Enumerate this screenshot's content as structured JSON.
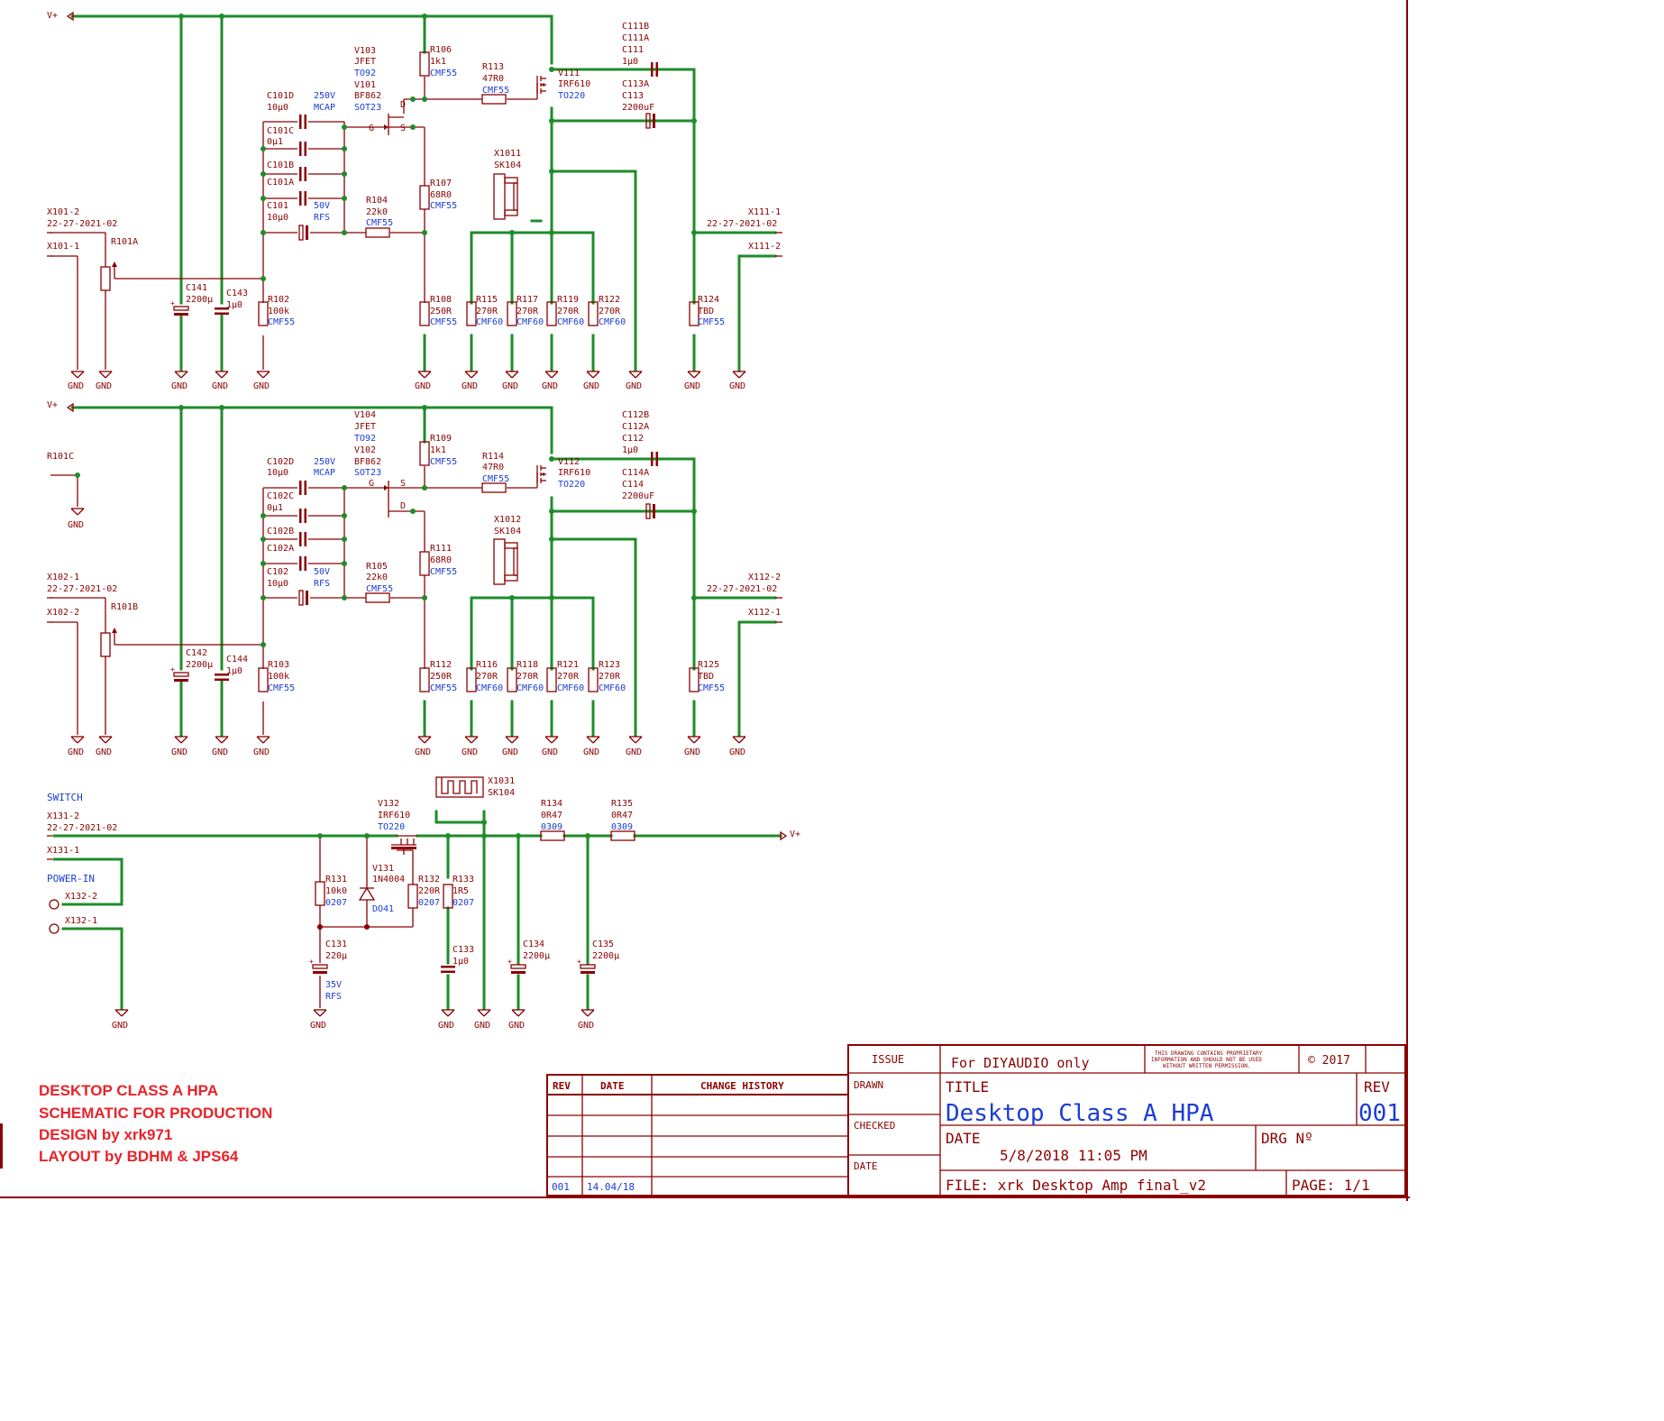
{
  "stage1": {
    "vplus": "V+",
    "x101_2": "X101-2",
    "x101_2p": "22-27-2021-02",
    "x101_1": "X101-1",
    "r101a": "R101A",
    "v103": "V103",
    "jfet": "JFET",
    "to92": "TO92",
    "v101": "V101",
    "bf862": "BF862",
    "sot23": "SOT23",
    "pin_d": "D",
    "pin_g": "G",
    "pin_s": "S",
    "c101d": "C101D",
    "c101d_v": "10µ0",
    "v250": "250V",
    "mcap": "MCAP",
    "c101c": "C101C",
    "c101c_v": "0µ1",
    "c101b": "C101B",
    "c101a": "C101A",
    "c101": "C101",
    "c101_v": "10µ0",
    "v50": "50V",
    "rfs": "RFS",
    "r104": "R104",
    "r104_v": "22k0",
    "cmf55": "CMF55",
    "c141": "C141",
    "c141_v": "2200µ",
    "c143": "C143",
    "c143_v": "1µ0",
    "r102": "R102",
    "r102_v": "100k",
    "r106": "R106",
    "r106_v": "1k1",
    "r113": "R113",
    "r113_v": "47R0",
    "v111": "V111",
    "irf610": "IRF610",
    "to220": "TO220",
    "c111b": "C111B",
    "c111a": "C111A",
    "c111": "C111",
    "c111_v": "1µ0",
    "c113a": "C113A",
    "c113": "C113",
    "c113_v": "2200uF",
    "x1011": "X1011",
    "sk104": "SK104",
    "r107": "R107",
    "r107_v": "68R0",
    "r108": "R108",
    "r108_v": "250R",
    "r115": "R115",
    "r117": "R117",
    "r119": "R119",
    "r122": "R122",
    "r270": "270R",
    "cmf60": "CMF60",
    "x111_1": "X111-1",
    "x111_1p": "22-27-2021-02",
    "x111_2": "X111-2",
    "r124": "R124",
    "tbd": "TBD",
    "gnd": "GND"
  },
  "stage2": {
    "r101c": "R101C",
    "v104": "V104",
    "v102": "V102",
    "c102d": "C102D",
    "c102c": "C102C",
    "c102b": "C102B",
    "c102a": "C102A",
    "c102": "C102",
    "r105": "R105",
    "r105_v": "22k0",
    "x102_1": "X102-1",
    "x102_1p": "22-27-2021-02",
    "x102_2": "X102-2",
    "r101b": "R101B",
    "c142": "C142",
    "c142_v": "2200µ",
    "c144": "C144",
    "c144_v": "1µ0",
    "r103": "R103",
    "r103_v": "100k",
    "r109": "R109",
    "r109_v": "1k1",
    "r114": "R114",
    "r114_v": "47R0",
    "v112": "V112",
    "c112b": "C112B",
    "c112a": "C112A",
    "c112": "C112",
    "c112_v": "1µ0",
    "c114a": "C114A",
    "c114": "C114",
    "c114_v": "2200uF",
    "x1012": "X1012",
    "r111": "R111",
    "r111_v": "68R0",
    "r112": "R112",
    "r112_v": "250R",
    "r116": "R116",
    "r118": "R118",
    "r121": "R121",
    "r123": "R123",
    "x112_2": "X112-2",
    "x112_2p": "22-27-2021-02",
    "x112_1": "X112-1",
    "r125": "R125",
    "tbd": "TBD"
  },
  "psu": {
    "switch": "SWITCH",
    "x131_2": "X131-2",
    "x131_2p": "22-27-2021-02",
    "x131_1": "X131-1",
    "power_in": "POWER-IN",
    "x132_2": "X132-2",
    "x132_1": "X132-1",
    "x1031": "X1031",
    "sk104": "SK104",
    "v132": "V132",
    "irf610": "IRF610",
    "to220": "TO220",
    "v131": "V131",
    "n4004": "1N4004",
    "do41": "DO41",
    "r131": "R131",
    "r131_v": "10k0",
    "p0207": "0207",
    "r132": "R132",
    "r132_v": "220R",
    "r133": "R133",
    "r133_v": "1R5",
    "r134": "R134",
    "r134_v": "0R47",
    "p0309": "0309",
    "r135": "R135",
    "r135_v": "0R47",
    "c131": "C131",
    "c131_v": "220µ",
    "c131_rating": "35V",
    "c131_type": "RFS",
    "c133": "C133",
    "c133_v": "1µ0",
    "c134": "C134",
    "c134_v": "2200µ",
    "c135": "C135",
    "c135_v": "2200µ",
    "vplus": "V+"
  },
  "notes": {
    "line1": "DESKTOP CLASS A HPA",
    "line2": "SCHEMATIC FOR PRODUCTION",
    "line3": "DESIGN by xrk971",
    "line4": "LAYOUT by BDHM & JPS64"
  },
  "history": {
    "rev": "REV",
    "date": "DATE",
    "change": "CHANGE HISTORY",
    "row_rev": "001",
    "row_date": "14.04/18"
  },
  "title_block": {
    "issue": "ISSUE",
    "for": "For DIYAUDIO only",
    "proprietary1": "THIS DRAWING CONTAINS PROPRIETARY",
    "proprietary2": "INFORMATION AND SHOULD NOT BE USED",
    "proprietary3": "WITHOUT WRITTEN PERMISSION.",
    "copyright": "© 2017",
    "drawn": "DRAWN",
    "title_label": "TITLE",
    "rev_label": "REV",
    "title": "Desktop Class A HPA",
    "rev": "001",
    "checked": "CHECKED",
    "date_label": "DATE",
    "drg": "DRG Nº",
    "date": "5/8/2018 11:05 PM",
    "date2": "DATE",
    "file": "FILE: xrk Desktop Amp final_v2",
    "page": "PAGE: 1/1"
  }
}
